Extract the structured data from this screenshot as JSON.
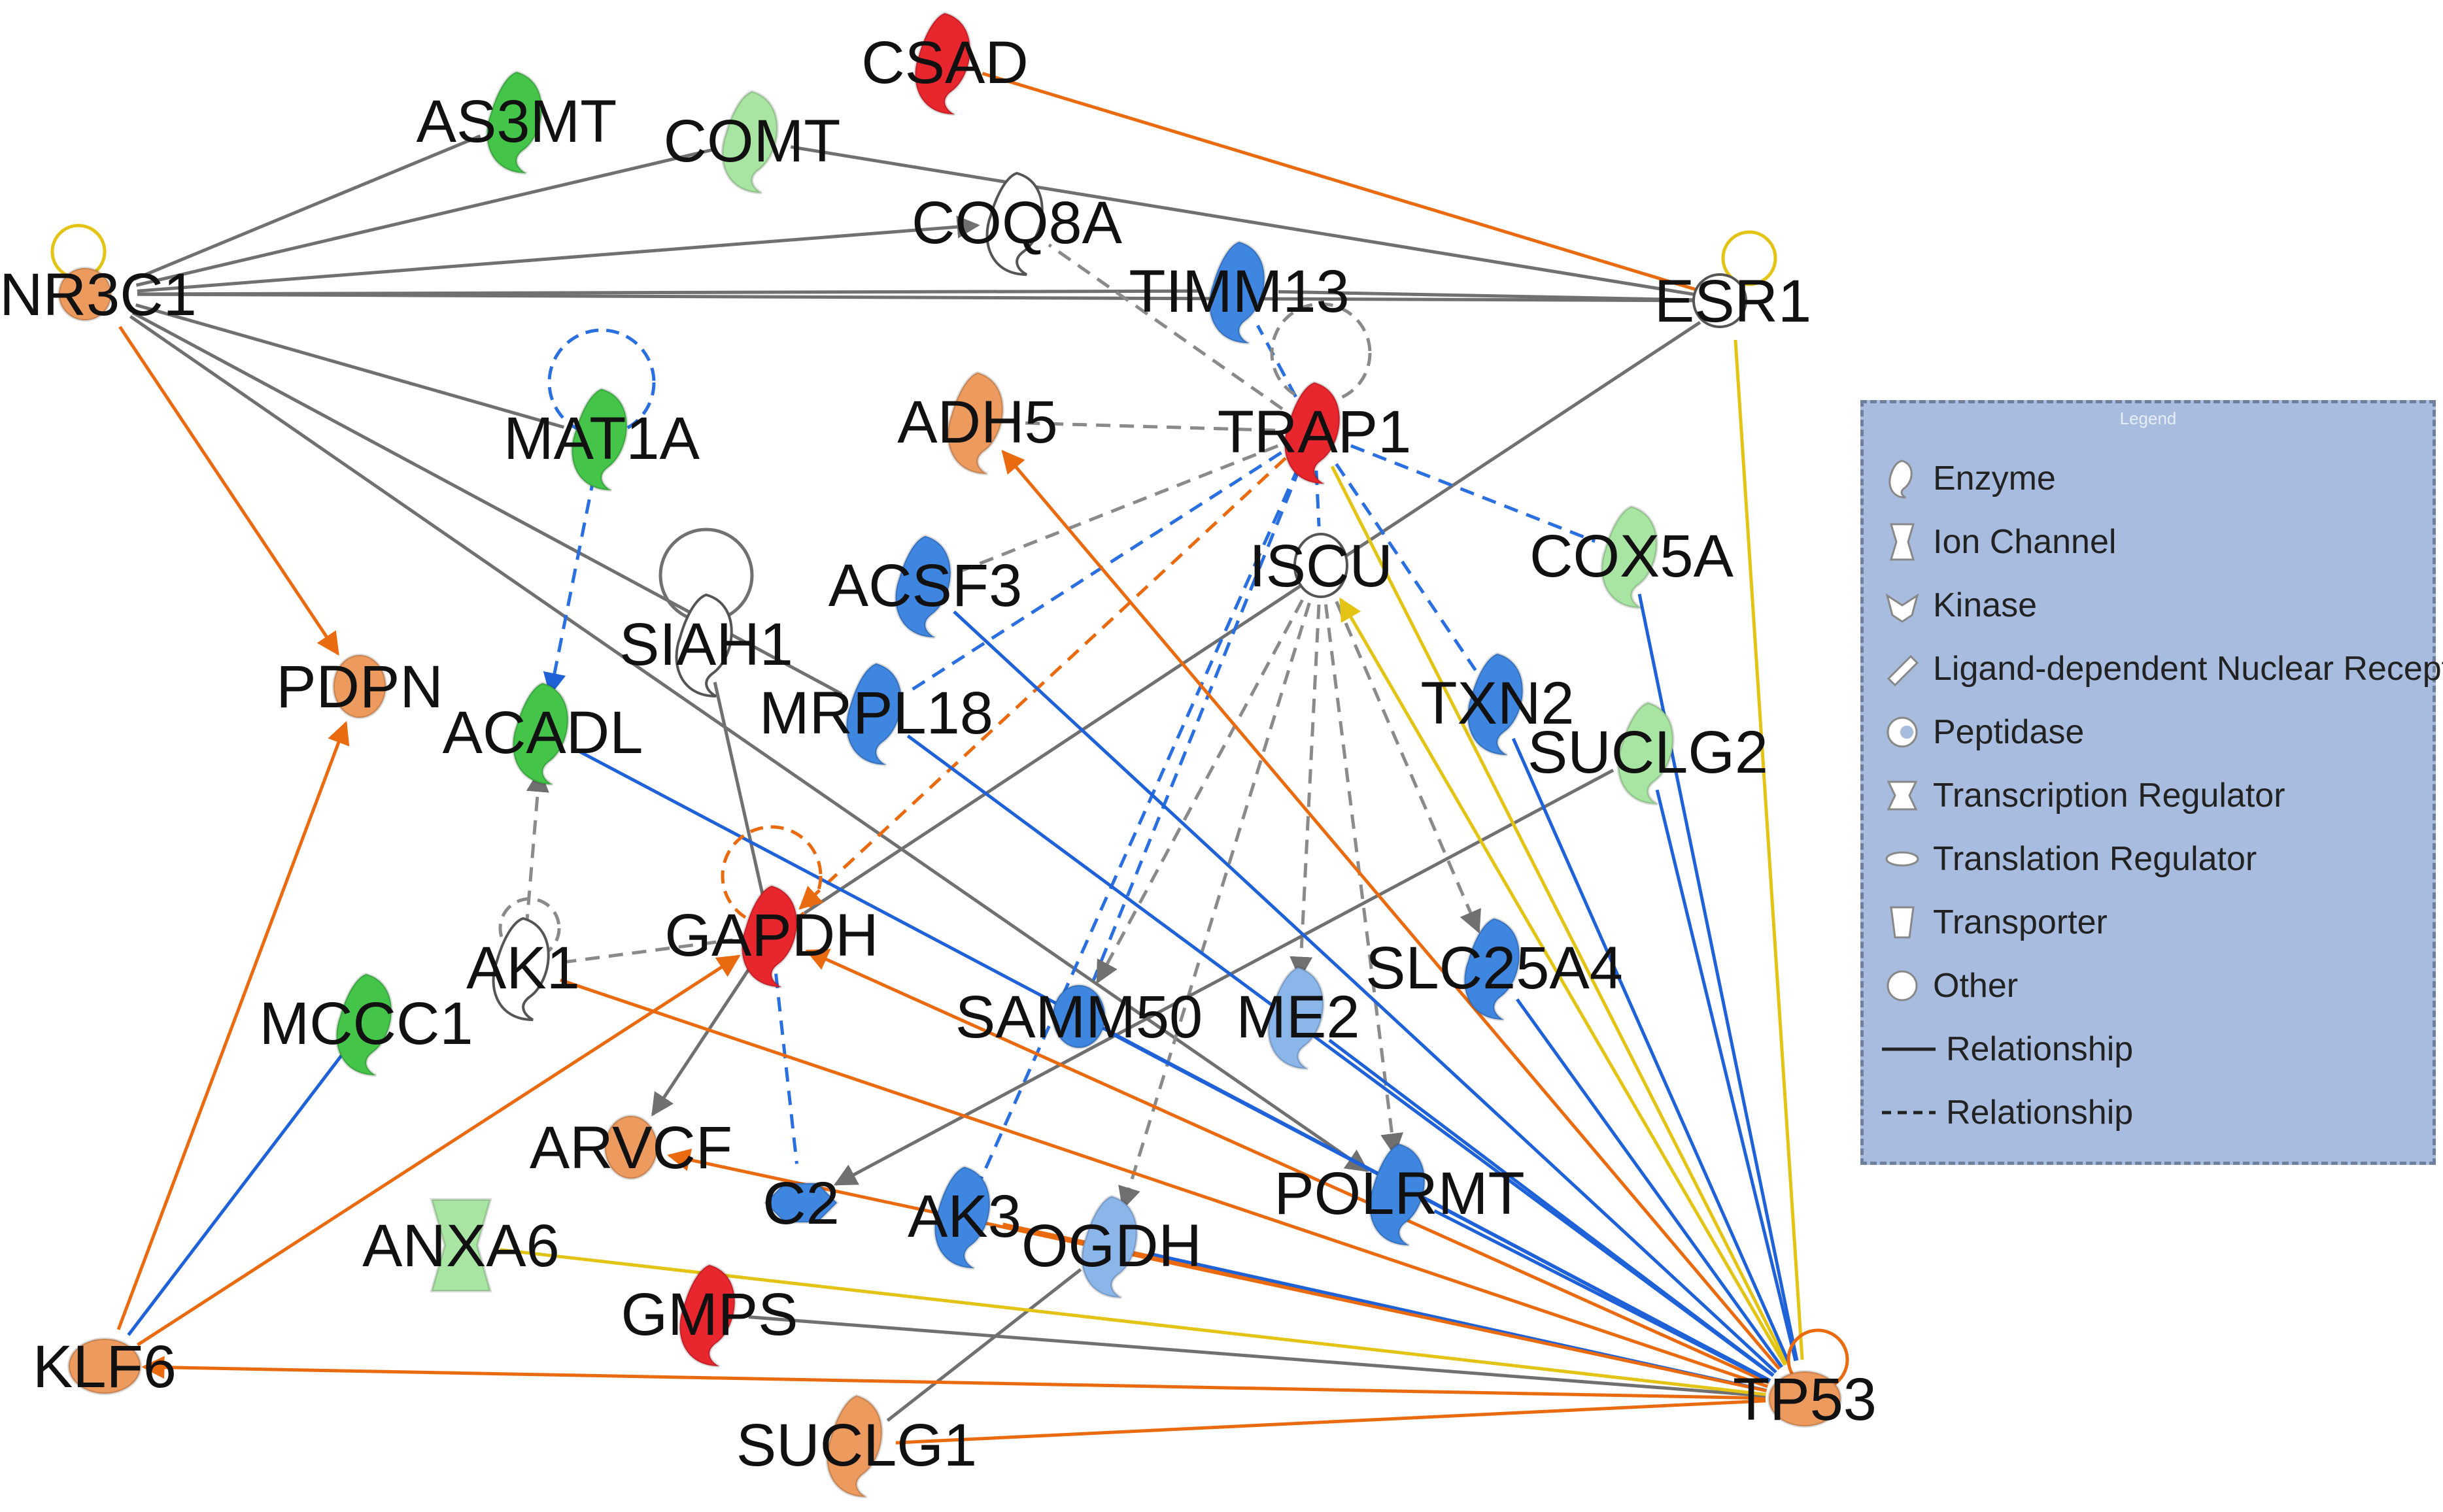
{
  "colors": {
    "orange": "#ea6a10",
    "blue": "#1f62d8",
    "yellow": "#e3c314",
    "gray": "#707070",
    "gray_dashed": "#8a8a8a",
    "blue_dashed": "#2a6fe0",
    "red_node": "#e8262e",
    "green_node": "#45c44a",
    "lightgreen_node": "#a8e5a2",
    "peach_node": "#ec9a5e",
    "blue_node": "#3f86e0",
    "lightblue_node": "#8bb6ea",
    "legend_bg": "#a7bcdf"
  },
  "nodes": [
    {
      "id": "NR3C1",
      "label": "NR3C1",
      "color": "peach_node",
      "shape": "ligand"
    },
    {
      "id": "AS3MT",
      "label": "AS3MT",
      "color": "green_node",
      "shape": "enzyme"
    },
    {
      "id": "COMT",
      "label": "COMT",
      "color": "lightgreen_node",
      "shape": "enzyme"
    },
    {
      "id": "CSAD",
      "label": "CSAD",
      "color": "red_node",
      "shape": "enzyme"
    },
    {
      "id": "COQ8A",
      "label": "COQ8A",
      "color": "none",
      "shape": "kinase"
    },
    {
      "id": "TIMM13",
      "label": "TIMM13",
      "color": "blue_node",
      "shape": "transporter"
    },
    {
      "id": "ESR1",
      "label": "ESR1",
      "color": "none",
      "shape": "ligand"
    },
    {
      "id": "MAT1A",
      "label": "MAT1A",
      "color": "green_node",
      "shape": "enzyme"
    },
    {
      "id": "ADH5",
      "label": "ADH5",
      "color": "peach_node",
      "shape": "enzyme"
    },
    {
      "id": "TRAP1",
      "label": "TRAP1",
      "color": "red_node",
      "shape": "enzyme"
    },
    {
      "id": "ACSF3",
      "label": "ACSF3",
      "color": "blue_node",
      "shape": "enzyme"
    },
    {
      "id": "ISCU",
      "label": "ISCU",
      "color": "none",
      "shape": "other"
    },
    {
      "id": "COX5A",
      "label": "COX5A",
      "color": "lightgreen_node",
      "shape": "enzyme"
    },
    {
      "id": "PDPN",
      "label": "PDPN",
      "color": "peach_node",
      "shape": "other"
    },
    {
      "id": "SIAH1",
      "label": "SIAH1",
      "color": "none",
      "shape": "enzyme"
    },
    {
      "id": "ACADL",
      "label": "ACADL",
      "color": "green_node",
      "shape": "enzyme"
    },
    {
      "id": "MRPL18",
      "label": "MRPL18",
      "color": "blue_node",
      "shape": "translation"
    },
    {
      "id": "TXN2",
      "label": "TXN2",
      "color": "blue_node",
      "shape": "enzyme"
    },
    {
      "id": "SUCLG2",
      "label": "SUCLG2",
      "color": "lightgreen_node",
      "shape": "enzyme"
    },
    {
      "id": "GAPDH",
      "label": "GAPDH",
      "color": "red_node",
      "shape": "enzyme"
    },
    {
      "id": "AK1",
      "label": "AK1",
      "color": "none",
      "shape": "kinase"
    },
    {
      "id": "MCCC1",
      "label": "MCCC1",
      "color": "green_node",
      "shape": "enzyme"
    },
    {
      "id": "SLC25A4",
      "label": "SLC25A4",
      "color": "blue_node",
      "shape": "transporter"
    },
    {
      "id": "SAMM50",
      "label": "SAMM50",
      "color": "blue_node",
      "shape": "other"
    },
    {
      "id": "ME2",
      "label": "ME2",
      "color": "lightblue_node",
      "shape": "enzyme"
    },
    {
      "id": "ARVCF",
      "label": "ARVCF",
      "color": "peach_node",
      "shape": "other"
    },
    {
      "id": "C2",
      "label": "C2",
      "color": "blue_node",
      "shape": "peptidase"
    },
    {
      "id": "AK3",
      "label": "AK3",
      "color": "blue_node",
      "shape": "kinase"
    },
    {
      "id": "OGDH",
      "label": "OGDH",
      "color": "lightblue_node",
      "shape": "enzyme"
    },
    {
      "id": "POLRMT",
      "label": "POLRMT",
      "color": "blue_node",
      "shape": "enzyme"
    },
    {
      "id": "ANXA6",
      "label": "ANXA6",
      "color": "lightgreen_node",
      "shape": "ion"
    },
    {
      "id": "GMPS",
      "label": "GMPS",
      "color": "red_node",
      "shape": "enzyme"
    },
    {
      "id": "KLF6",
      "label": "KLF6",
      "color": "peach_node",
      "shape": "transcription"
    },
    {
      "id": "SUCLG1",
      "label": "SUCLG1",
      "color": "peach_node",
      "shape": "enzyme"
    },
    {
      "id": "TP53",
      "label": "TP53",
      "color": "peach_node",
      "shape": "transcription"
    }
  ],
  "edges": [
    {
      "from": "NR3C1",
      "to": "AS3MT",
      "color": "gray",
      "dash": false
    },
    {
      "from": "NR3C1",
      "to": "COMT",
      "color": "gray",
      "dash": false
    },
    {
      "from": "NR3C1",
      "to": "COQ8A",
      "color": "gray",
      "dash": false,
      "arrow": true
    },
    {
      "from": "NR3C1",
      "to": "TIMM13",
      "color": "gray",
      "dash": false
    },
    {
      "from": "NR3C1",
      "to": "ESR1",
      "color": "gray",
      "dash": false
    },
    {
      "from": "NR3C1",
      "to": "MAT1A",
      "color": "gray",
      "dash": false
    },
    {
      "from": "NR3C1",
      "to": "MRPL18",
      "color": "gray",
      "dash": false
    },
    {
      "from": "NR3C1",
      "to": "POLRMT",
      "color": "gray",
      "dash": false,
      "arrow": true
    },
    {
      "from": "NR3C1",
      "to": "PDPN",
      "color": "orange",
      "dash": false,
      "arrow": true
    },
    {
      "from": "COMT",
      "to": "ESR1",
      "color": "gray",
      "dash": false
    },
    {
      "from": "CSAD",
      "to": "ESR1",
      "color": "orange",
      "dash": false
    },
    {
      "from": "TIMM13",
      "to": "ESR1",
      "color": "gray",
      "dash": false
    },
    {
      "from": "ESR1",
      "to": "GAPDH",
      "color": "gray",
      "dash": false
    },
    {
      "from": "ESR1",
      "to": "TP53",
      "color": "yellow",
      "dash": false
    },
    {
      "from": "TRAP1",
      "to": "ADH5",
      "color": "gray_dashed",
      "dash": true
    },
    {
      "from": "TRAP1",
      "to": "COQ8A",
      "color": "gray_dashed",
      "dash": true
    },
    {
      "from": "TRAP1",
      "to": "TIMM13",
      "color": "blue_dashed",
      "dash": true
    },
    {
      "from": "TRAP1",
      "to": "ACSF3",
      "color": "gray_dashed",
      "dash": true
    },
    {
      "from": "TRAP1",
      "to": "MRPL18",
      "color": "blue_dashed",
      "dash": true
    },
    {
      "from": "TRAP1",
      "to": "GAPDH",
      "color": "orange",
      "dash": true,
      "arrow": true
    },
    {
      "from": "TRAP1",
      "to": "COX5A",
      "color": "blue_dashed",
      "dash": true
    },
    {
      "from": "TRAP1",
      "to": "TXN2",
      "color": "blue_dashed",
      "dash": true
    },
    {
      "from": "TRAP1",
      "to": "AK3",
      "color": "blue_dashed",
      "dash": true
    },
    {
      "from": "TRAP1",
      "to": "SAMM50",
      "color": "blue_dashed",
      "dash": true
    },
    {
      "from": "TRAP1",
      "to": "ISCU",
      "color": "blue_dashed",
      "dash": true
    },
    {
      "from": "ISCU",
      "to": "SAMM50",
      "color": "gray_dashed",
      "dash": true,
      "arrow": true
    },
    {
      "from": "ISCU",
      "to": "OGDH",
      "color": "gray_dashed",
      "dash": true,
      "arrow": true
    },
    {
      "from": "ISCU",
      "to": "ME2",
      "color": "gray_dashed",
      "dash": true,
      "arrow": true
    },
    {
      "from": "ISCU",
      "to": "POLRMT",
      "color": "gray_dashed",
      "dash": true,
      "arrow": true
    },
    {
      "from": "ISCU",
      "to": "SLC25A4",
      "color": "gray_dashed",
      "dash": true,
      "arrow": true
    },
    {
      "from": "MAT1A",
      "to": "ACADL",
      "color": "blue_dashed",
      "dash": true,
      "arrow": true
    },
    {
      "from": "AK1",
      "to": "ACADL",
      "color": "gray_dashed",
      "dash": true,
      "arrow": true
    },
    {
      "from": "AK1",
      "to": "GAPDH",
      "color": "gray_dashed",
      "dash": true
    },
    {
      "from": "GAPDH",
      "to": "SIAH1",
      "color": "gray",
      "dash": false
    },
    {
      "from": "GAPDH",
      "to": "C2",
      "color": "blue_dashed",
      "dash": true
    },
    {
      "from": "GAPDH",
      "to": "ARVCF",
      "color": "gray",
      "dash": false,
      "arrow": true
    },
    {
      "from": "KLF6",
      "to": "PDPN",
      "color": "orange",
      "dash": false,
      "arrow": true
    },
    {
      "from": "KLF6",
      "to": "GAPDH",
      "color": "orange",
      "dash": false,
      "arrow": true
    },
    {
      "from": "KLF6",
      "to": "MCCC1",
      "color": "blue",
      "dash": false
    },
    {
      "from": "SUCLG2",
      "to": "C2",
      "color": "gray",
      "dash": false,
      "arrow": true
    },
    {
      "from": "SUCLG1",
      "to": "OGDH",
      "color": "gray",
      "dash": false
    },
    {
      "from": "TP53",
      "to": "KLF6",
      "color": "orange",
      "dash": false,
      "arrow": true
    },
    {
      "from": "TP53",
      "to": "SUCLG1",
      "color": "orange",
      "dash": false
    },
    {
      "from": "TP53",
      "to": "GMPS",
      "color": "gray",
      "dash": false
    },
    {
      "from": "TP53",
      "to": "ANXA6",
      "color": "yellow",
      "dash": false
    },
    {
      "from": "TP53",
      "to": "AK3",
      "color": "orange",
      "dash": false
    },
    {
      "from": "TP53",
      "to": "OGDH",
      "color": "blue",
      "dash": false
    },
    {
      "from": "TP53",
      "to": "ARVCF",
      "color": "orange",
      "dash": false,
      "arrow": true
    },
    {
      "from": "TP53",
      "to": "AK1",
      "color": "orange",
      "dash": false
    },
    {
      "from": "TP53",
      "to": "GAPDH",
      "color": "orange",
      "dash": false,
      "arrow": true
    },
    {
      "from": "TP53",
      "to": "ACADL",
      "color": "blue",
      "dash": false
    },
    {
      "from": "TP53",
      "to": "SAMM50",
      "color": "blue",
      "dash": false
    },
    {
      "from": "TP53",
      "to": "ME2",
      "color": "blue",
      "dash": false
    },
    {
      "from": "TP53",
      "to": "POLRMT",
      "color": "blue",
      "dash": false
    },
    {
      "from": "TP53",
      "to": "MRPL18",
      "color": "blue",
      "dash": false
    },
    {
      "from": "TP53",
      "to": "ACSF3",
      "color": "blue",
      "dash": false
    },
    {
      "from": "TP53",
      "to": "ADH5",
      "color": "orange",
      "dash": false,
      "arrow": true
    },
    {
      "from": "TP53",
      "to": "ISCU",
      "color": "yellow",
      "dash": false,
      "arrow": true
    },
    {
      "from": "TP53",
      "to": "TRAP1",
      "color": "yellow",
      "dash": false
    },
    {
      "from": "TP53",
      "to": "SLC25A4",
      "color": "blue",
      "dash": false
    },
    {
      "from": "TP53",
      "to": "TXN2",
      "color": "blue",
      "dash": false
    },
    {
      "from": "TP53",
      "to": "SUCLG2",
      "color": "blue",
      "dash": false
    },
    {
      "from": "TP53",
      "to": "COX5A",
      "color": "blue",
      "dash": false
    }
  ],
  "self_loops": [
    {
      "node": "NR3C1",
      "color": "yellow",
      "dash": false
    },
    {
      "node": "ESR1",
      "color": "yellow",
      "dash": false
    },
    {
      "node": "MAT1A",
      "color": "blue_dashed",
      "dash": true
    },
    {
      "node": "SIAH1",
      "color": "gray",
      "dash": false
    },
    {
      "node": "GAPDH",
      "color": "orange",
      "dash": true
    },
    {
      "node": "TRAP1",
      "color": "gray_dashed",
      "dash": true
    },
    {
      "node": "AK1",
      "color": "gray_dashed",
      "dash": true
    },
    {
      "node": "TP53",
      "color": "orange",
      "dash": false
    }
  ],
  "legend": {
    "title": "Legend",
    "items": [
      {
        "icon": "enzyme-icon",
        "label": "Enzyme"
      },
      {
        "icon": "ion-channel-icon",
        "label": "Ion Channel"
      },
      {
        "icon": "kinase-icon",
        "label": "Kinase"
      },
      {
        "icon": "ligand-receptor-icon",
        "label": "Ligand-dependent Nuclear Receptor"
      },
      {
        "icon": "peptidase-icon",
        "label": "Peptidase"
      },
      {
        "icon": "transcription-regulator-icon",
        "label": "Transcription Regulator"
      },
      {
        "icon": "translation-regulator-icon",
        "label": "Translation Regulator"
      },
      {
        "icon": "transporter-icon",
        "label": "Transporter"
      },
      {
        "icon": "other-icon",
        "label": "Other"
      },
      {
        "icon": "solid-line-icon",
        "label": "Relationship"
      },
      {
        "icon": "dashed-line-icon",
        "label": "Relationship"
      }
    ]
  }
}
